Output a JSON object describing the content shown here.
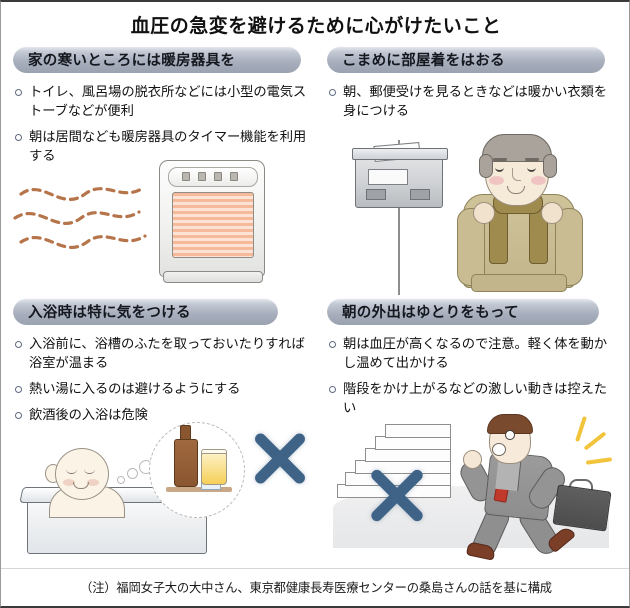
{
  "title": "血圧の急変を避けるために心がけたいこと",
  "sections": [
    {
      "id": "heating",
      "heading": "家の寒いところには暖房器具を",
      "bullets": [
        "トイレ、風呂場の脱衣所などには小型の電気ストーブなどが便利",
        "朝は居間なども暖房器具のタイマー機能を利用する"
      ],
      "illustration": "electric-heater-with-heat-waves"
    },
    {
      "id": "clothing",
      "heading": "こまめに部屋着をはおる",
      "bullets": [
        "朝、郵便受けを見るときなどは暖かい衣類を身につける"
      ],
      "illustration": "elderly-man-with-scarf-and-mailbox"
    },
    {
      "id": "bathing",
      "heading": "入浴時は特に気をつける",
      "bullets": [
        "入浴前に、浴槽のふたを取っておいたりすれば浴室が温まる",
        "熱い湯に入るのは避けるようにする",
        "飲酒後の入浴は危険"
      ],
      "illustration": "man-in-bathtub-thinking-of-alcohol-with-x-mark"
    },
    {
      "id": "morning",
      "heading": "朝の外出はゆとりをもって",
      "bullets": [
        "朝は血圧が高くなるので注意。軽く体を動かし温めて出かける",
        "階段をかけ上がるなどの激しい動きは控えたい"
      ],
      "illustration": "businessman-running-up-stairs-with-x-mark"
    }
  ],
  "footnote": "（注）福岡女子大の大中さん、東京都健康長寿医療センターの桑島さんの話を基に構成",
  "colors": {
    "pill_gradient_top": "#e9ecf1",
    "pill_gradient_bottom": "#9aa2b1",
    "bullet_ring": "#5f6b80",
    "x_mark": "#3f6287",
    "heater_glow": "#f6b99a",
    "heat_wave": "#b5744a",
    "tie": "#c0392b",
    "spark": "#f2c43c",
    "text": "#111111"
  }
}
